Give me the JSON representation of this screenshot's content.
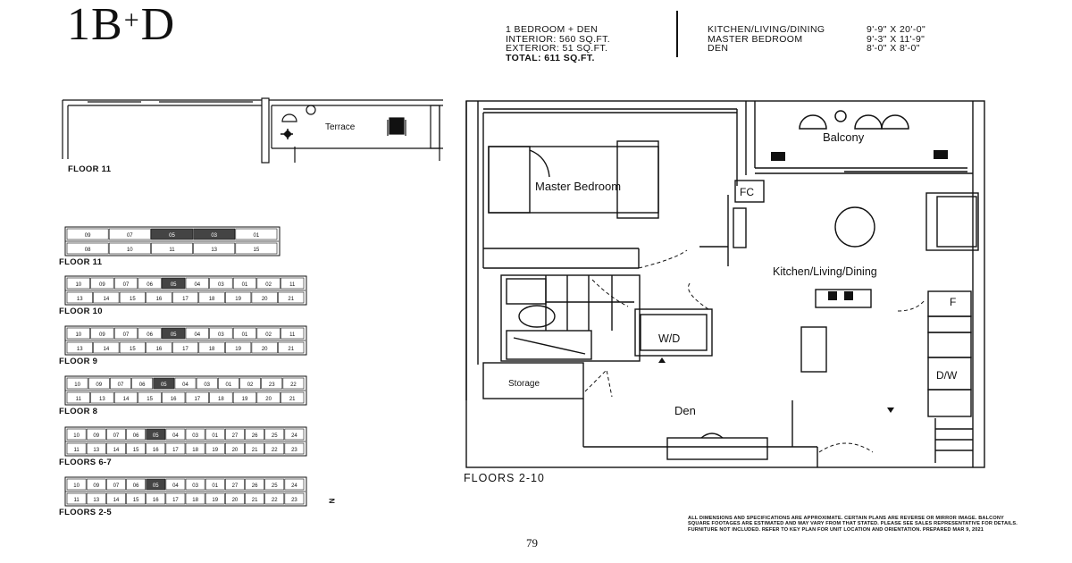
{
  "header": {
    "unit_name_pre": "1B",
    "unit_name_plus": "+",
    "unit_name_post": "D"
  },
  "specs": {
    "type": "1 BEDROOM + DEN",
    "interior": "INTERIOR: 560 SQ.FT.",
    "exterior": "EXTERIOR: 51 SQ.FT.",
    "total": "TOTAL: 611 SQ.FT."
  },
  "rooms": [
    {
      "name": "KITCHEN/LIVING/DINING",
      "size": "9'-9\" x 20'-0\""
    },
    {
      "name": "MASTER BEDROOM",
      "size": "9'-3\" x 11'-9\""
    },
    {
      "name": "DEN",
      "size": "8'-0\" x 8'-0\""
    }
  ],
  "terrace_plan": {
    "label": "FLOOR 11",
    "room": "Terrace"
  },
  "key_plans": [
    {
      "label": "FLOOR 11",
      "units": [
        "09",
        "07",
        "05",
        "03",
        "01",
        "08",
        "10",
        "11",
        "13",
        "15"
      ]
    },
    {
      "label": "FLOOR 10",
      "units": [
        "10",
        "09",
        "07",
        "06",
        "05",
        "04",
        "03",
        "01",
        "02",
        "11",
        "13",
        "14",
        "15",
        "16",
        "17",
        "18",
        "19",
        "20",
        "21"
      ]
    },
    {
      "label": "FLOOR 9",
      "units": [
        "10",
        "09",
        "07",
        "06",
        "05",
        "04",
        "03",
        "01",
        "02",
        "11",
        "13",
        "14",
        "15",
        "16",
        "17",
        "18",
        "19",
        "20",
        "21"
      ]
    },
    {
      "label": "FLOOR 8",
      "units": [
        "10",
        "09",
        "07",
        "06",
        "05",
        "04",
        "03",
        "01",
        "02",
        "23",
        "22",
        "11",
        "13",
        "14",
        "15",
        "16",
        "17",
        "18",
        "19",
        "20",
        "21"
      ]
    },
    {
      "label": "FLOORS 6-7",
      "units": [
        "10",
        "09",
        "07",
        "06",
        "05",
        "04",
        "03",
        "01",
        "27",
        "26",
        "25",
        "24",
        "11",
        "13",
        "14",
        "15",
        "16",
        "17",
        "18",
        "19",
        "20",
        "21",
        "22",
        "23"
      ]
    },
    {
      "label": "FLOORS 2-5",
      "units": [
        "10",
        "09",
        "07",
        "06",
        "05",
        "04",
        "03",
        "01",
        "27",
        "26",
        "25",
        "24",
        "11",
        "13",
        "14",
        "15",
        "16",
        "17",
        "18",
        "19",
        "20",
        "21",
        "22",
        "23"
      ]
    }
  ],
  "main_plan": {
    "labels": {
      "balcony": "Balcony",
      "master_bedroom": "Master Bedroom",
      "fc": "FC",
      "kitchen": "Kitchen/Living/Dining",
      "fridge": "F",
      "wd": "W/D",
      "dw": "D/W",
      "storage": "Storage",
      "den": "Den"
    },
    "floors": "FLOORS 2-10"
  },
  "north": "N",
  "disclaimer": "ALL DIMENSIONS AND SPECIFICATIONS ARE APPROXIMATE. CERTAIN PLANS ARE REVERSE OR MIRROR IMAGE. BALCONY SQUARE FOOTAGES ARE ESTIMATED AND MAY VARY FROM THAT STATED. PLEASE SEE SALES REPRESENTATIVE FOR DETAILS. FURNITURE NOT INCLUDED. REFER TO KEY PLAN FOR UNIT LOCATION AND ORIENTATION. PREPARED MAR 9, 2021",
  "page_number": "79"
}
